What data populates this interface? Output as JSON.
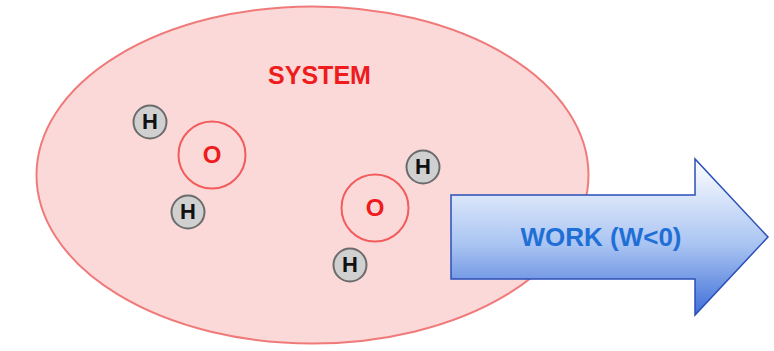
{
  "diagram": {
    "nodes": [
      {
        "text": [
          "SYSTEM"
        ]
      },
      {
        "text": [
          "H"
        ],
        "in": 0
      },
      {
        "text": [
          "O"
        ],
        "in": 0
      },
      {
        "text": [
          "H"
        ],
        "in": 0
      },
      {
        "text": [
          "H"
        ],
        "in": 0
      },
      {
        "text": [
          "O"
        ],
        "in": 0
      },
      {
        "text": [
          "H"
        ],
        "in": 0
      },
      {
        "text": [
          "WORK (W<0)"
        ]
      }
    ]
  }
}
